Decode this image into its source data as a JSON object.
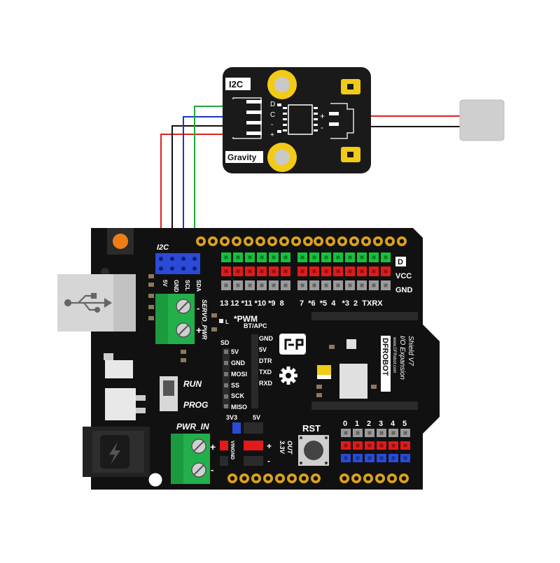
{
  "diagram": {
    "colors": {
      "board": "#111111",
      "board_edge": "#2a2a2a",
      "gold": "#d9a21b",
      "module": "#1a1a1a",
      "yellow": "#f2cb16",
      "green_terminal": "#22b04a",
      "wire_red": "#e02020",
      "wire_black": "#111111",
      "wire_blue": "#1a35c8",
      "wire_green": "#1fa83a",
      "pin_green": "#16c23a",
      "pin_red": "#e31a1a",
      "pin_gray": "#9a9a9a",
      "pin_blue": "#2a4bd8",
      "led_orange": "#ef7d16"
    },
    "module": {
      "i2c_label": "I2C",
      "gravity_label": "Gravity",
      "pin_letters": [
        "D",
        "C",
        "-",
        "+"
      ],
      "plus_label": "+",
      "minus_label": "-",
      "icon": "sensor-module-icon"
    },
    "probe": {
      "icon": "sensor-probe-icon"
    },
    "shield": {
      "i2c_label": "I2C",
      "i2c_pins": [
        "5V",
        "GND",
        "SCL",
        "SDA"
      ],
      "servo_pwr": "SERVO_PWR",
      "servo_plus": "+",
      "servo_minus": "-",
      "digital_row_labels": [
        "D",
        "VCC",
        "GND"
      ],
      "digital_numbers": "13 12 *11 *10 *9  8",
      "digital_numbers_right": "7  *6  *5  4   *3  2  TXRX",
      "pwm_label": "*PWM",
      "led_label": "L",
      "bt_apc": "BT/APC",
      "bt_pins": [
        "GND",
        "5V",
        "DTR",
        "TXD",
        "RXD"
      ],
      "sd_label": "SD",
      "sd_pins": [
        "5V",
        "GND",
        "MOSI",
        "SS",
        "SCK",
        "MISO"
      ],
      "run_label": "RUN",
      "prog_label": "PROG",
      "pwr_in": "PWR_IN",
      "pwr_plus": "+",
      "pwr_minus": "-",
      "vin_gnd": "VINGND",
      "out_33": "3.3V",
      "out_label": "OUT",
      "sel_3v3": "3V3",
      "sel_5v": "5V",
      "rst_label": "RST",
      "analog_numbers": [
        "0",
        "1",
        "2",
        "3",
        "4",
        "5"
      ],
      "brand_text": "DFROBOT",
      "brand_sub": "www.DFRobot.com",
      "brand_title": "I/O Expansion",
      "brand_ver": "Shield V7",
      "logo_icon": "dfrobot-logo-icon",
      "gear_icon": "gear-icon",
      "usb_icon": "usb-icon",
      "power_icon": "lightning-icon"
    }
  }
}
